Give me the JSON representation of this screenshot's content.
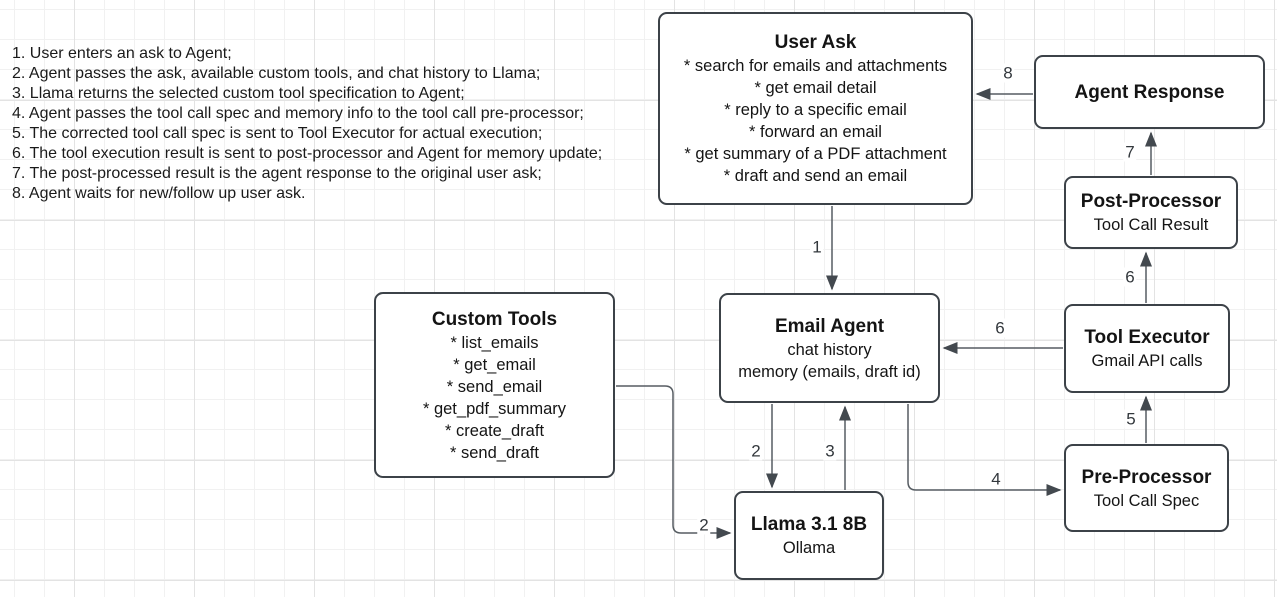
{
  "notes": {
    "items": [
      "1. User enters an ask to Agent;",
      "2. Agent passes the ask, available custom tools, and chat history to Llama;",
      "3. Llama returns the selected custom tool specification to Agent;",
      "4. Agent passes the tool call spec and memory info to the tool call pre-processor;",
      "5. The corrected tool call spec is sent to Tool Executor for actual execution;",
      "6. The tool execution result is sent to post-processor and Agent for memory update;",
      "7. The post-processed result is the agent response to the original user ask;",
      "8. Agent waits for new/follow up user ask."
    ]
  },
  "boxes": {
    "user_ask": {
      "title": "User Ask",
      "lines": [
        "* search for emails and attachments",
        "* get email detail",
        "* reply to a specific email",
        "* forward an email",
        "* get summary of a PDF attachment",
        "* draft and send an email"
      ]
    },
    "custom_tools": {
      "title": "Custom Tools",
      "lines": [
        "* list_emails",
        "* get_email",
        "* send_email",
        "* get_pdf_summary",
        "* create_draft",
        "* send_draft"
      ]
    },
    "email_agent": {
      "title": "Email Agent",
      "lines": [
        "chat history",
        "memory (emails, draft id)"
      ]
    },
    "llama": {
      "title": "Llama 3.1 8B",
      "lines": [
        "Ollama"
      ]
    },
    "agent_response": {
      "title": "Agent Response"
    },
    "post_processor": {
      "title": "Post-Processor",
      "lines": [
        "Tool Call Result"
      ]
    },
    "tool_executor": {
      "title": "Tool Executor",
      "lines": [
        "Gmail API calls"
      ]
    },
    "pre_processor": {
      "title": "Pre-Processor",
      "lines": [
        "Tool Call Spec"
      ]
    }
  },
  "edge_labels": {
    "step1": "1",
    "step2_agent_to_llama": "2",
    "step2_tools_to_llama": "2",
    "step3": "3",
    "step4": "4",
    "step5": "5",
    "step6_to_post_processor": "6",
    "step6_to_email_agent": "6",
    "step7": "7",
    "step8": "8"
  },
  "colors": {
    "background": "#ffffff",
    "grid_minor": "#f1f1f1",
    "grid_major": "#e3e3e3",
    "box_border": "#3c4248",
    "arrow": "#565c62",
    "text": "#141414"
  }
}
